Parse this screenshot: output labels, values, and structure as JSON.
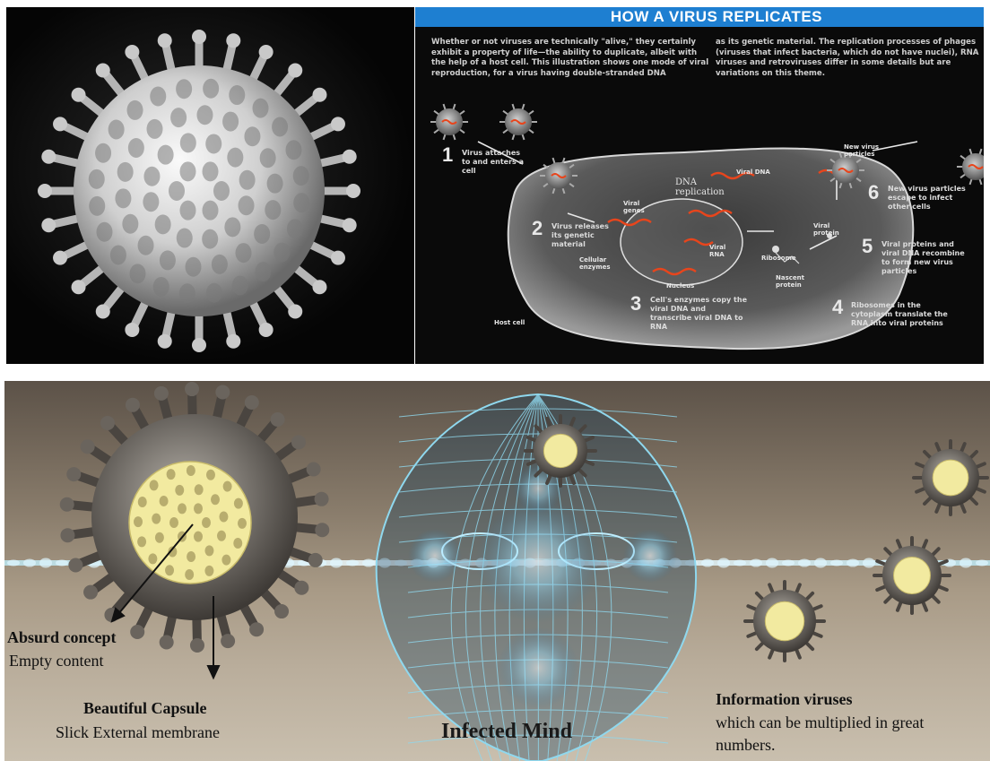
{
  "infographic": {
    "title": "HOW A VIRUS REPLICATES",
    "intro_left": "Whether or not viruses are technically \"alive,\" they certainly exhibit a property of life—the ability to duplicate, albeit with the help of a host cell. This illustration shows one mode of viral reproduction, for a virus having double-stranded DNA",
    "intro_right": "as its genetic material. The replication processes of phages (viruses that infect bacteria, which do not have nuclei), RNA viruses and retroviruses differ in some details but are variations on this theme.",
    "steps": [
      {
        "num": "1",
        "text": "Virus attaches to and enters a cell"
      },
      {
        "num": "2",
        "text": "Virus releases its genetic material"
      },
      {
        "num": "3",
        "text": "Cell's enzymes copy the viral DNA and transcribe viral DNA to RNA"
      },
      {
        "num": "4",
        "text": "Ribosomes in the cytoplasm translate the RNA into viral proteins"
      },
      {
        "num": "5",
        "text": "Viral proteins and viral DNA recombine to form new virus particles"
      },
      {
        "num": "6",
        "text": "New virus particles escape to infect other cells"
      }
    ],
    "labels": {
      "viral_genes": "Viral genes",
      "dna_replication": "DNA replication",
      "viral_dna": "Viral DNA",
      "viral_rna": "Viral RNA",
      "cellular_enzymes": "Cellular enzymes",
      "nucleus": "Nucleus",
      "ribosome": "Ribosome",
      "viral_protein": "Viral protein",
      "nascent_protein": "Nascent protein",
      "host_cell": "Host cell",
      "new_virus_particles": "New virus particles"
    }
  },
  "captions": {
    "absurd_title": "Absurd concept",
    "absurd_sub": "Empty content",
    "capsule_title": "Beautiful Capsule",
    "capsule_sub": "Slick External membrane",
    "infected_mind": "Infected Mind",
    "info_title": "Information viruses",
    "info_sub_line1": "which can be multiplied in great",
    "info_sub_line2": "numbers."
  },
  "colors": {
    "banner": "#1e7fd1",
    "capsule_fill": "#f2eaa0",
    "mesh": "#8fd8ee",
    "glow": "#eaf8ff"
  }
}
